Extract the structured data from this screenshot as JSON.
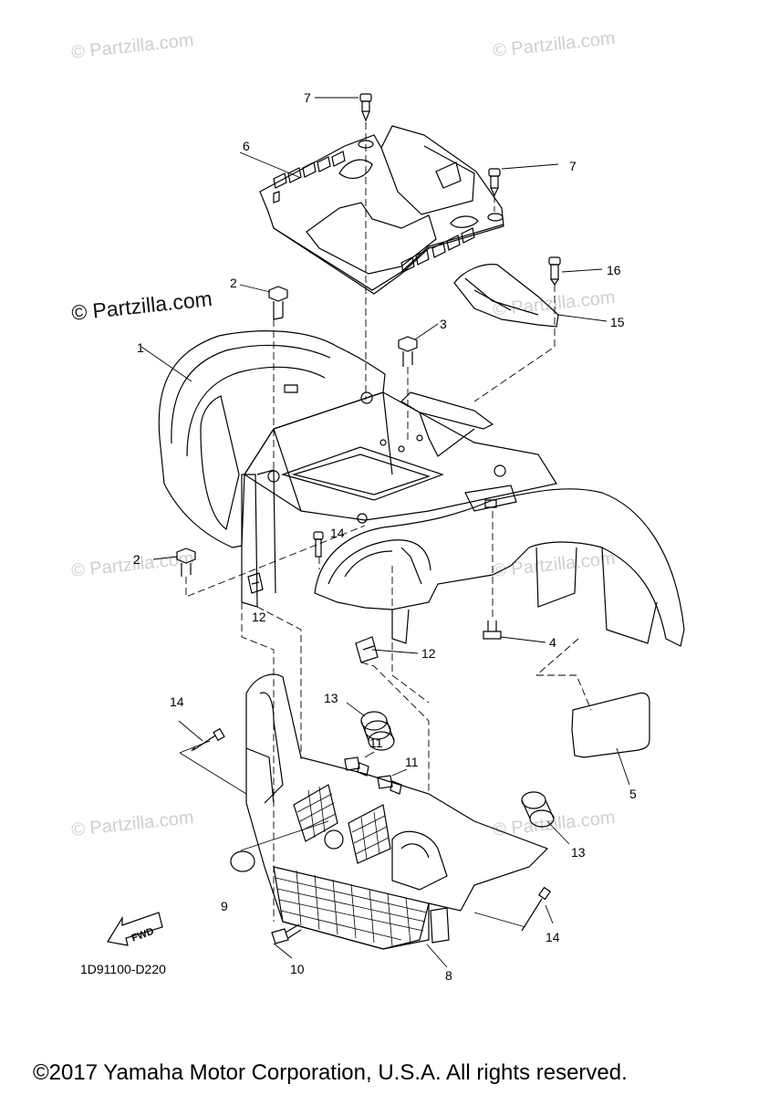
{
  "watermark": {
    "text": "© Partzilla.com"
  },
  "callouts": {
    "c1": "1",
    "c2a": "2",
    "c2b": "2",
    "c3": "3",
    "c4": "4",
    "c5": "5",
    "c6": "6",
    "c7a": "7",
    "c7b": "7",
    "c8": "8",
    "c9": "9",
    "c10": "10",
    "c11a": "11",
    "c11b": "11",
    "c12a": "12",
    "c12b": "12",
    "c13a": "13",
    "c13b": "13",
    "c14a": "14",
    "c14b": "14",
    "c14c": "14",
    "c15": "15",
    "c16": "16"
  },
  "fwd_label": "FWD",
  "diagram_code": "1D91100-D220",
  "copyright": "©2017 Yamaha Motor Corporation, U.S.A. All rights reserved."
}
